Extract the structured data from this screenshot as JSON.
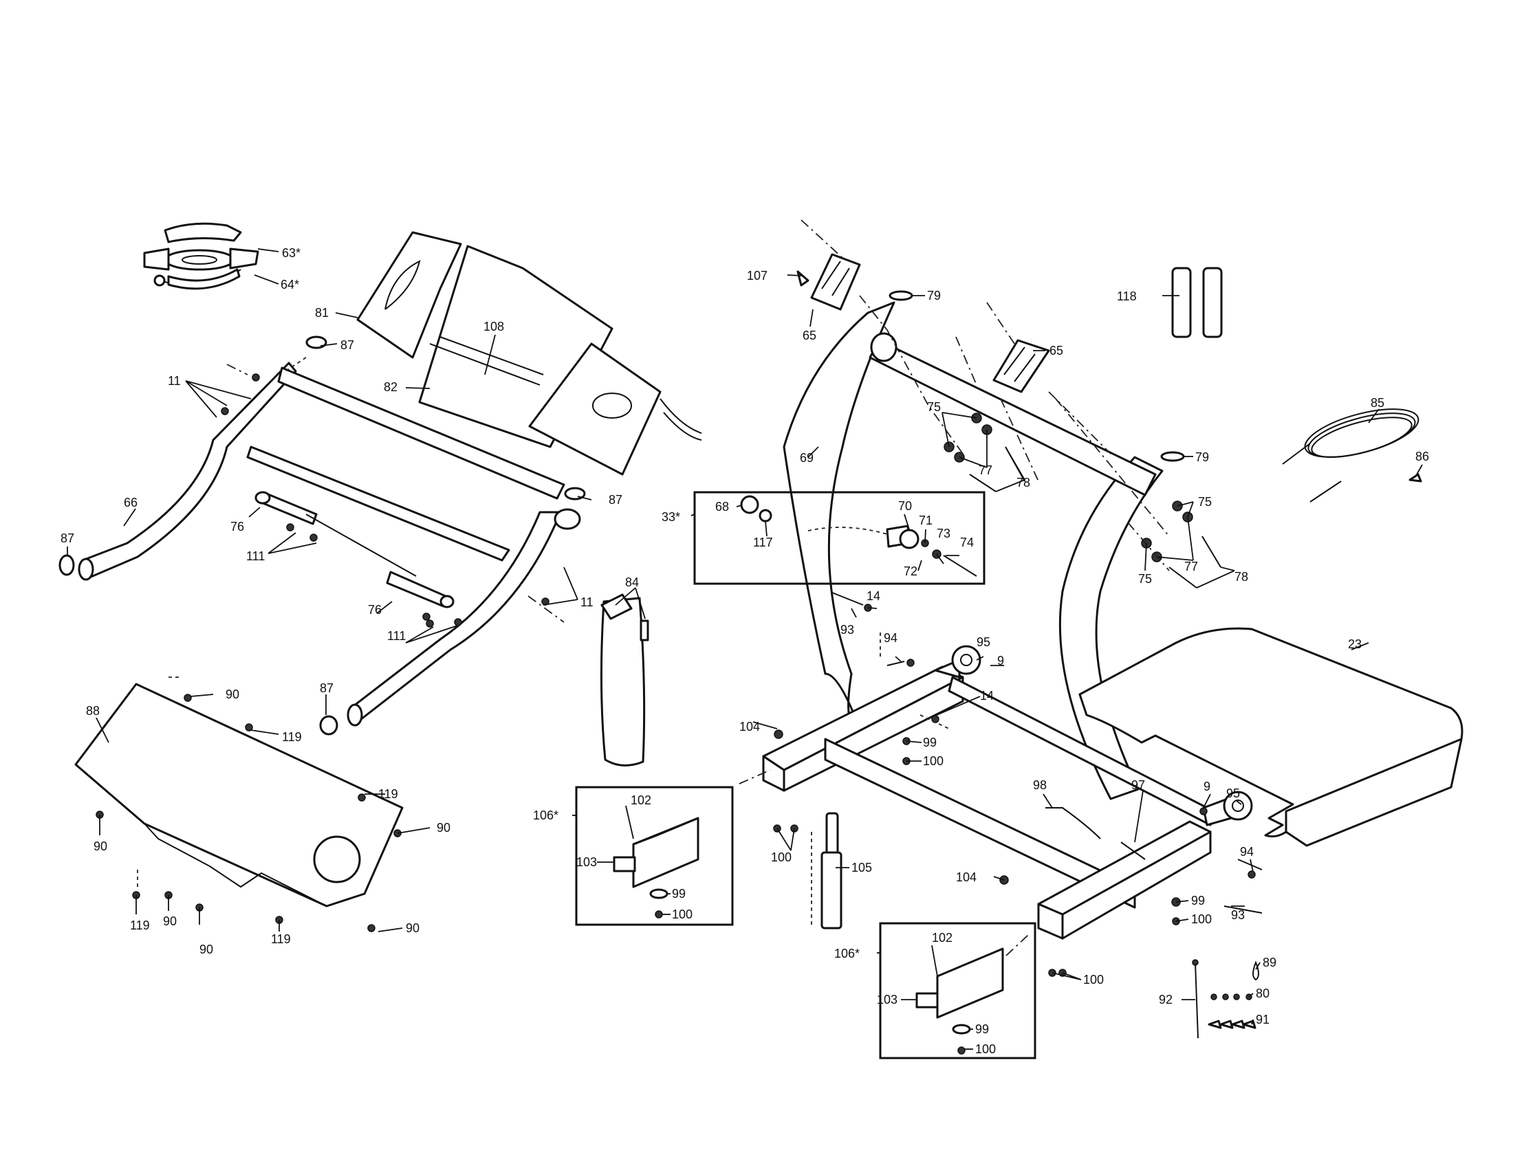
{
  "labels": {
    "p63": "63*",
    "p64": "64*",
    "p81": "81",
    "p108": "108",
    "p82": "82",
    "p87a": "87",
    "p11a": "11",
    "p66": "66",
    "p87b": "87",
    "p76a": "76",
    "p111a": "111",
    "p87c": "87",
    "p11b": "11",
    "p76b": "76",
    "p111b": "111",
    "p84": "84",
    "p87d": "87",
    "p88": "88",
    "p90a": "90",
    "p119a": "119",
    "p119b": "119",
    "p90b": "90",
    "p90c": "90",
    "p119c": "119",
    "p90d": "90",
    "p90e": "90",
    "p119d": "119",
    "p90f": "90",
    "p107": "107",
    "p65a": "65",
    "p79a": "79",
    "p65b": "65",
    "p118": "118",
    "p75a": "75",
    "p77a": "77",
    "p78a": "78",
    "p69": "69",
    "p79b": "79",
    "p85": "85",
    "p86": "86",
    "p33": "33*",
    "p68": "68",
    "p117": "117",
    "p70": "70",
    "p71": "71",
    "p73": "73",
    "p74": "74",
    "p72": "72",
    "p75b": "75",
    "p77b": "77",
    "p75c": "75",
    "p78b": "78",
    "p93a": "93",
    "p14a": "14",
    "p94a": "94",
    "p95a": "95",
    "p9a": "9",
    "p14b": "14",
    "p23": "23",
    "p104a": "104",
    "p99a": "99",
    "p100a": "100",
    "p106a": "106*",
    "p102a": "102",
    "p103a": "103",
    "p99b": "99",
    "p100b": "100",
    "p100c": "100",
    "p105": "105",
    "p98": "98",
    "p97": "97",
    "p9b": "9",
    "p95b": "95",
    "p94b": "94",
    "p104b": "104",
    "p99c": "99",
    "p100d": "100",
    "p93b": "93",
    "p106b": "106*",
    "p102b": "102",
    "p103b": "103",
    "p99d": "99",
    "p100e": "100",
    "p100f": "100",
    "p89": "89",
    "p92": "92",
    "p80": "80",
    "p91": "91"
  }
}
